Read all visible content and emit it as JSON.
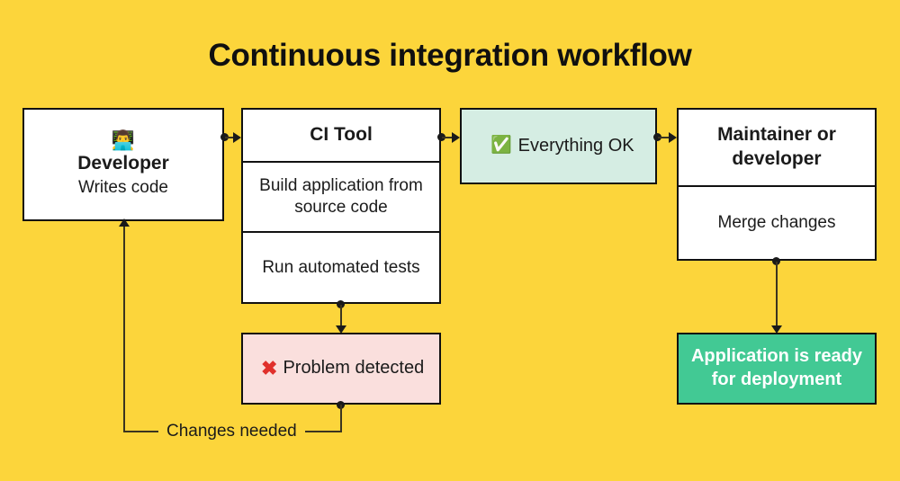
{
  "diagram": {
    "title": "Continuous integration workflow",
    "background_color": "#FCD53B",
    "type": "flowchart",
    "nodes": {
      "developer": {
        "icon": "technologist-emoji",
        "icon_glyph": "👨‍💻",
        "title": "Developer",
        "subtitle": "Writes code",
        "fill": "#FFFFFF"
      },
      "ci_tool": {
        "title": "CI Tool",
        "step_1": "Build application from source code",
        "step_2": "Run automated tests",
        "fill": "#FFFFFF"
      },
      "everything_ok": {
        "icon": "check-mark-button-emoji",
        "icon_glyph": "✅",
        "label": "Everything OK",
        "fill": "#D5EDE3"
      },
      "maintainer": {
        "title": "Maintainer or developer",
        "action": "Merge changes",
        "fill": "#FFFFFF"
      },
      "problem": {
        "icon": "cross-mark-emoji",
        "icon_glyph": "✖",
        "label": "Problem detected",
        "fill": "#FADFDD"
      },
      "deploy": {
        "label": "Application is ready for deployment",
        "fill": "#42C994",
        "text_color": "#FFFFFF"
      }
    },
    "edges": {
      "developer_to_ci": "",
      "ci_to_ok": "",
      "ok_to_maintainer": "",
      "ci_to_problem": "",
      "maintainer_to_deploy": "",
      "problem_to_developer": "Changes needed"
    }
  }
}
